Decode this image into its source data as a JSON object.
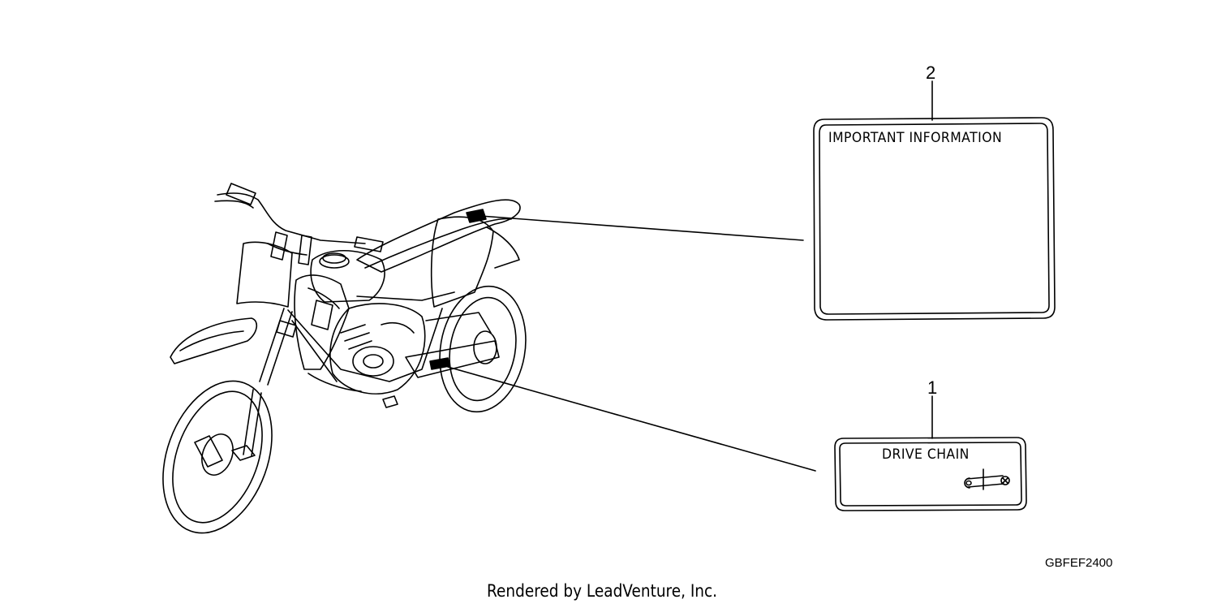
{
  "callouts": {
    "label_2_number": "2",
    "label_1_number": "1"
  },
  "labels": {
    "important_information": "IMPORTANT INFORMATION",
    "drive_chain": "DRIVE CHAIN"
  },
  "diagram_code": "GBFEF2400",
  "footer": "Rendered by LeadVenture, Inc.",
  "colors": {
    "line": "#000000",
    "background": "#ffffff"
  }
}
